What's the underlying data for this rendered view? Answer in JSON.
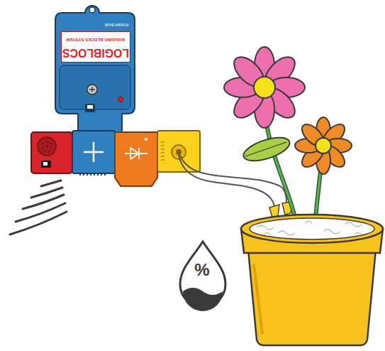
{
  "diagram": {
    "nodes": [
      {
        "text": [
          "LOGIBLOCS",
          "BUILDING BLOCKS SYSTEM",
          "POWER BASE"
        ]
      },
      {
        "text": [
          "%"
        ]
      }
    ]
  }
}
